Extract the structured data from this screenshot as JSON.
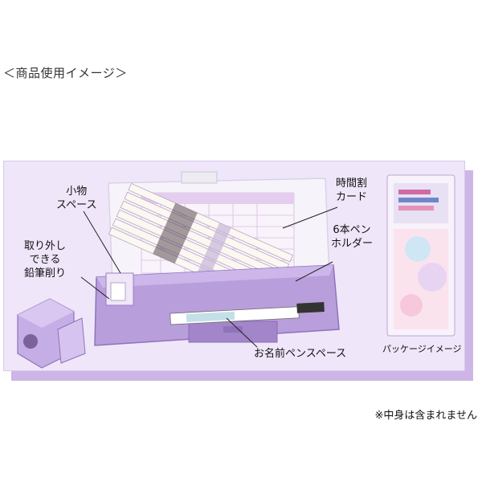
{
  "heading": "＜商品使用イメージ＞",
  "callouts": {
    "small_space_line1": "小物",
    "small_space_line2": "スペース",
    "sharpener_line1": "取り外し",
    "sharpener_line2": "できる",
    "sharpener_line3": "鉛筆削り",
    "timetable_line1": "時間割",
    "timetable_line2": "カード",
    "pen_holder_line1": "6本ペン",
    "pen_holder_line2": "ホルダー",
    "name_pen_space": "お名前ペンスペース"
  },
  "package_caption": "パッケージイメージ",
  "note": "※中身は含まれません",
  "colors": {
    "frame_bg": "#efe6f9",
    "frame_shadow": "#cdb6e6",
    "case_purple": "#b59ad8",
    "case_dark": "#8f73b8",
    "lid_clear": "#f3f1f7"
  }
}
